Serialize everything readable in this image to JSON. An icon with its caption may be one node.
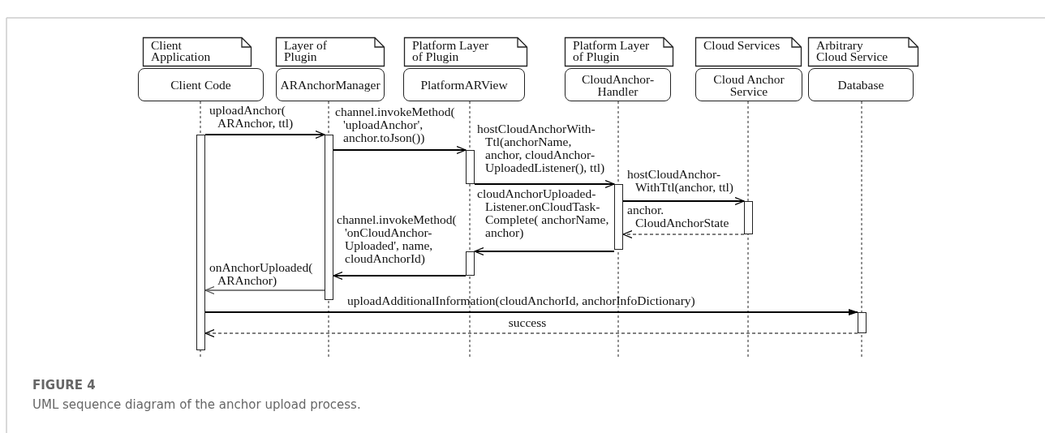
{
  "diagram": {
    "title": "FIGURE 4",
    "caption": "UML sequence diagram of the anchor upload process.",
    "nodes": [
      {
        "text": [
          "Client Application"
        ]
      },
      {
        "text": [
          "Layer of Plugin"
        ]
      },
      {
        "text": [
          "Platform Layer of Plugin"
        ]
      },
      {
        "text": [
          "Platform Layer of Plugin"
        ]
      },
      {
        "text": [
          "Cloud Services"
        ]
      },
      {
        "text": [
          "Arbitrary Cloud Service"
        ]
      },
      {
        "text": [
          "Client Code"
        ]
      },
      {
        "text": [
          "ARAnchorManager"
        ]
      },
      {
        "text": [
          "PlatformARView"
        ]
      },
      {
        "text": [
          "CloudAnchor-Handler"
        ]
      },
      {
        "text": [
          "Cloud Anchor Service"
        ]
      },
      {
        "text": [
          "Database"
        ]
      },
      {
        "text": [],
        "shape": "bar"
      },
      {
        "text": [],
        "shape": "bar"
      },
      {
        "text": [],
        "shape": "bar"
      },
      {
        "text": [],
        "shape": "bar"
      },
      {
        "text": [],
        "shape": "bar"
      },
      {
        "text": [],
        "shape": "bar"
      },
      {
        "text": [],
        "shape": "bar"
      }
    ],
    "edges": [
      {
        "from": 12,
        "to": 13,
        "arrow": "to",
        "label": "uploadAnchor( ARAnchor, ttl)"
      },
      {
        "from": 13,
        "to": 14,
        "arrow": "to",
        "label": "channel.invokeMethod( 'uploadAnchor', anchor.toJson())"
      },
      {
        "from": 14,
        "to": 15,
        "arrow": "to",
        "label": "hostCloudAnchorWith-Ttl(anchorName, anchor, cloudAnchor-UploadedListener(), ttl)"
      },
      {
        "from": 15,
        "to": 16,
        "arrow": "to",
        "label": "hostCloudAnchor-WithTtl(anchor, ttl)"
      },
      {
        "from": 16,
        "to": 15,
        "arrow": "to",
        "label": "anchor. CloudAnchorState",
        "style": "dashed"
      },
      {
        "from": 15,
        "to": 17,
        "arrow": "to",
        "label": "cloudAnchorUploaded-Listener.onCloudTask-Complete( anchorName, anchor)"
      },
      {
        "from": 17,
        "to": 13,
        "arrow": "to",
        "label": "channel.invokeMethod( 'onCloudAnchor-Uploaded', name, cloudAnchorId)"
      },
      {
        "from": 13,
        "to": 12,
        "arrow": "to",
        "label": "onAnchorUploaded( ARAnchor)",
        "color": "#555555"
      },
      {
        "from": 12,
        "to": 18,
        "arrow": "to",
        "label": "uploadAdditionalInformation(cloudAnchorId, anchorInfoDictionary)"
      },
      {
        "from": 18,
        "to": 12,
        "arrow": "to",
        "label": "success",
        "style": "dashed"
      }
    ]
  }
}
